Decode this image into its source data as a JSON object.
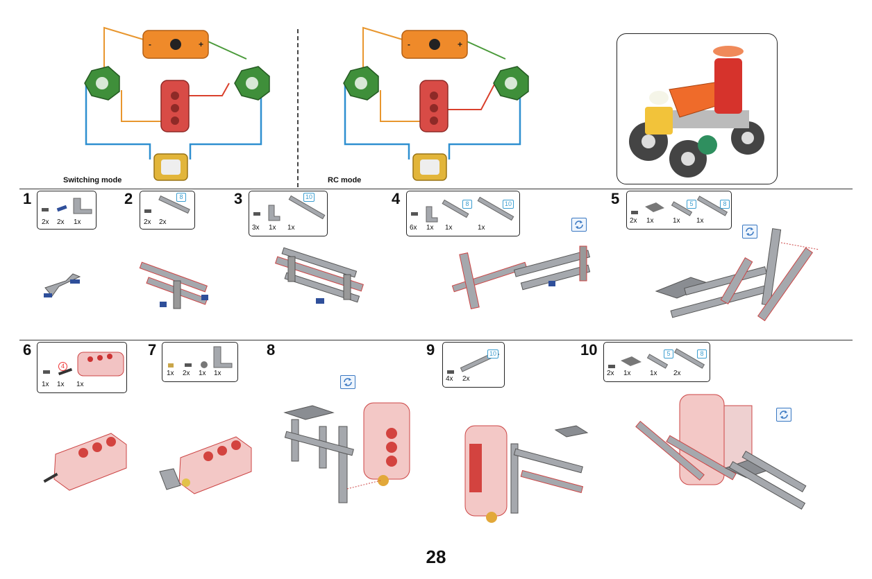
{
  "circuits": {
    "switching_label": "Switching mode",
    "rc_label": "RC mode",
    "battery_minus": "-",
    "battery_plus": "+"
  },
  "steps": [
    {
      "number": "1",
      "quantities": [
        "2x",
        "2x",
        "1x"
      ],
      "tags": []
    },
    {
      "number": "2",
      "quantities": [
        "2x",
        "2x"
      ],
      "tags": [
        "8"
      ]
    },
    {
      "number": "3",
      "quantities": [
        "3x",
        "1x",
        "1x"
      ],
      "tags": [
        "10"
      ]
    },
    {
      "number": "4",
      "quantities": [
        "6x",
        "1x",
        "1x",
        "1x"
      ],
      "tags": [
        "8",
        "10"
      ]
    },
    {
      "number": "5",
      "quantities": [
        "2x",
        "1x",
        "1x",
        "1x"
      ],
      "tags": [
        "5",
        "8"
      ]
    },
    {
      "number": "6",
      "quantities": [
        "1x",
        "1x",
        "1x"
      ],
      "tags": [
        "4"
      ]
    },
    {
      "number": "7",
      "quantities": [
        "1x",
        "2x",
        "1x",
        "1x"
      ],
      "tags": []
    },
    {
      "number": "8",
      "quantities": [],
      "tags": []
    },
    {
      "number": "9",
      "quantities": [
        "4x",
        "2x"
      ],
      "tags": [
        "10"
      ]
    },
    {
      "number": "10",
      "quantities": [
        "2x",
        "1x",
        "1x",
        "2x"
      ],
      "tags": [
        "5",
        "8"
      ]
    }
  ],
  "page_number": "28",
  "colors": {
    "orange_module": "#ef8a2a",
    "green_module": "#3f8f3a",
    "red_module": "#d84b46",
    "yellow_module": "#e2b53a",
    "wire_blue": "#2e8fd0",
    "wire_orange": "#e8962e",
    "wire_red": "#d9402c",
    "wire_green": "#4a9a3a",
    "beam_grey": "#a5a8ad",
    "tag_blue": "#3a9dd0"
  }
}
